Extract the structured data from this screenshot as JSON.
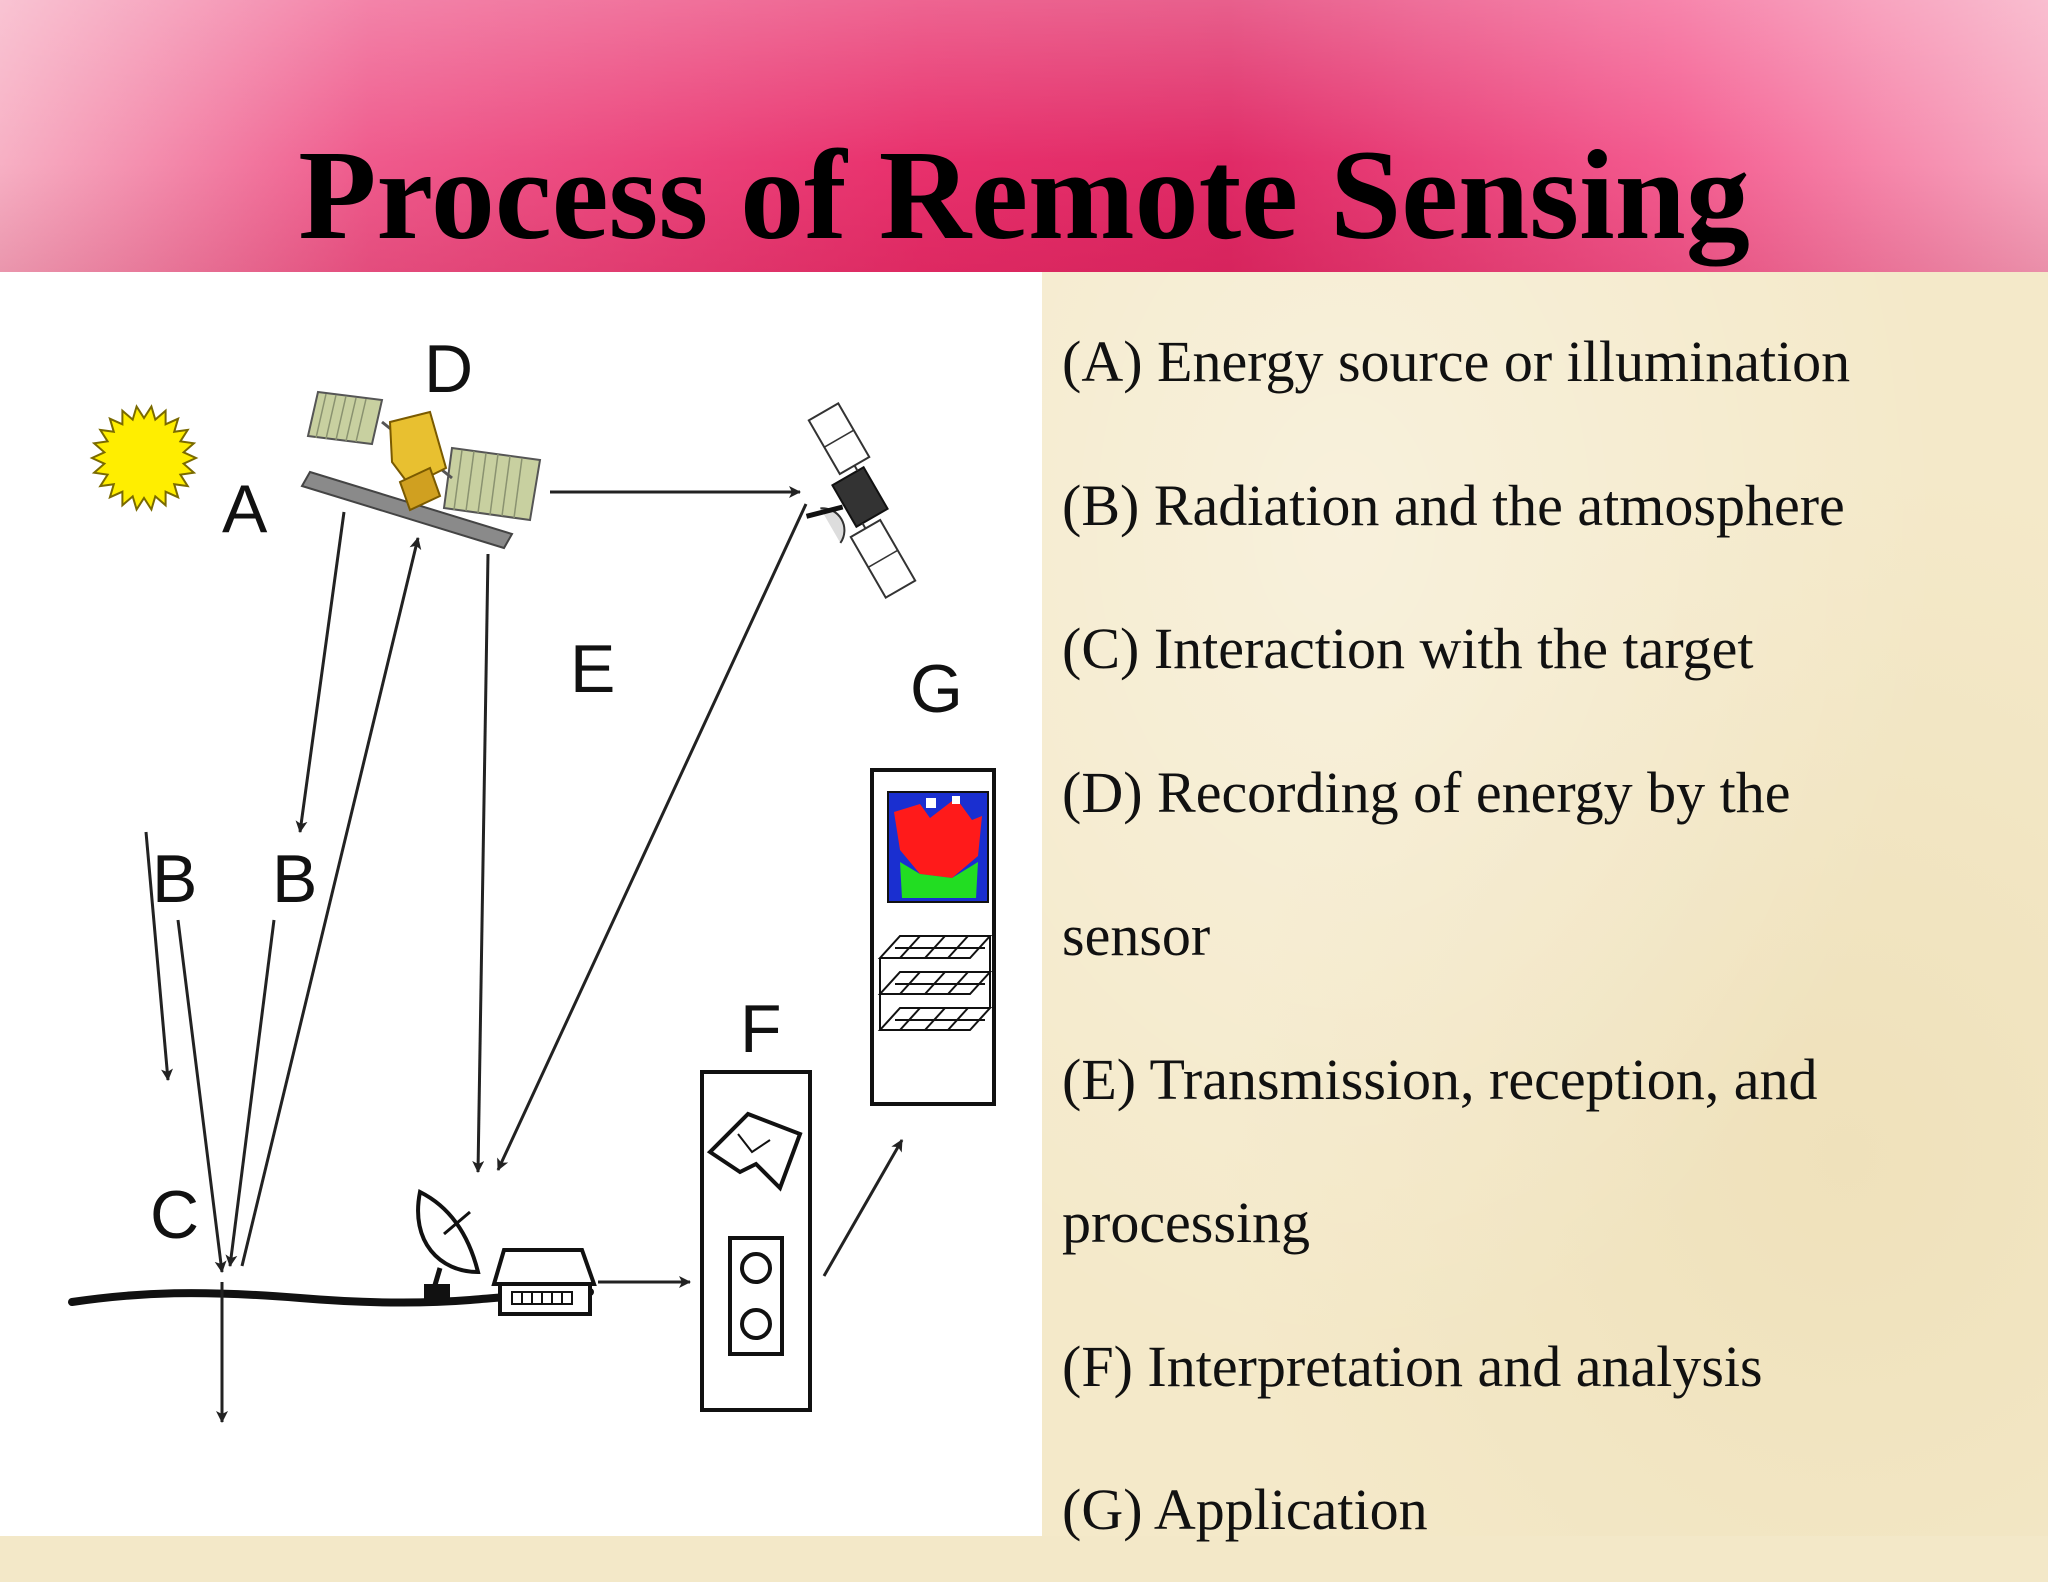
{
  "slide": {
    "title": "Process of Remote Sensing"
  },
  "diagram": {
    "labels": {
      "a": "A",
      "b1": "B",
      "b2": "B",
      "c": "C",
      "d": "D",
      "e": "E",
      "f": "F",
      "g": "G"
    },
    "colors": {
      "sun": "#ffee00",
      "sun_outline": "#7a6a00",
      "satellite_panel": "#c8d0a0",
      "satellite_body": "#e8c030",
      "map_background": "#1a2fd0",
      "map_red": "#ff1a1a",
      "map_green": "#22dd22",
      "line": "#222222"
    }
  },
  "steps": [
    "(A) Energy source or illumination",
    "(B) Radiation and the atmosphere",
    "(C) Interaction with the target",
    "(D) Recording of energy by the",
    "sensor",
    "(E) Transmission, reception, and",
    "processing",
    "(F) Interpretation and analysis",
    "(G) Application"
  ]
}
